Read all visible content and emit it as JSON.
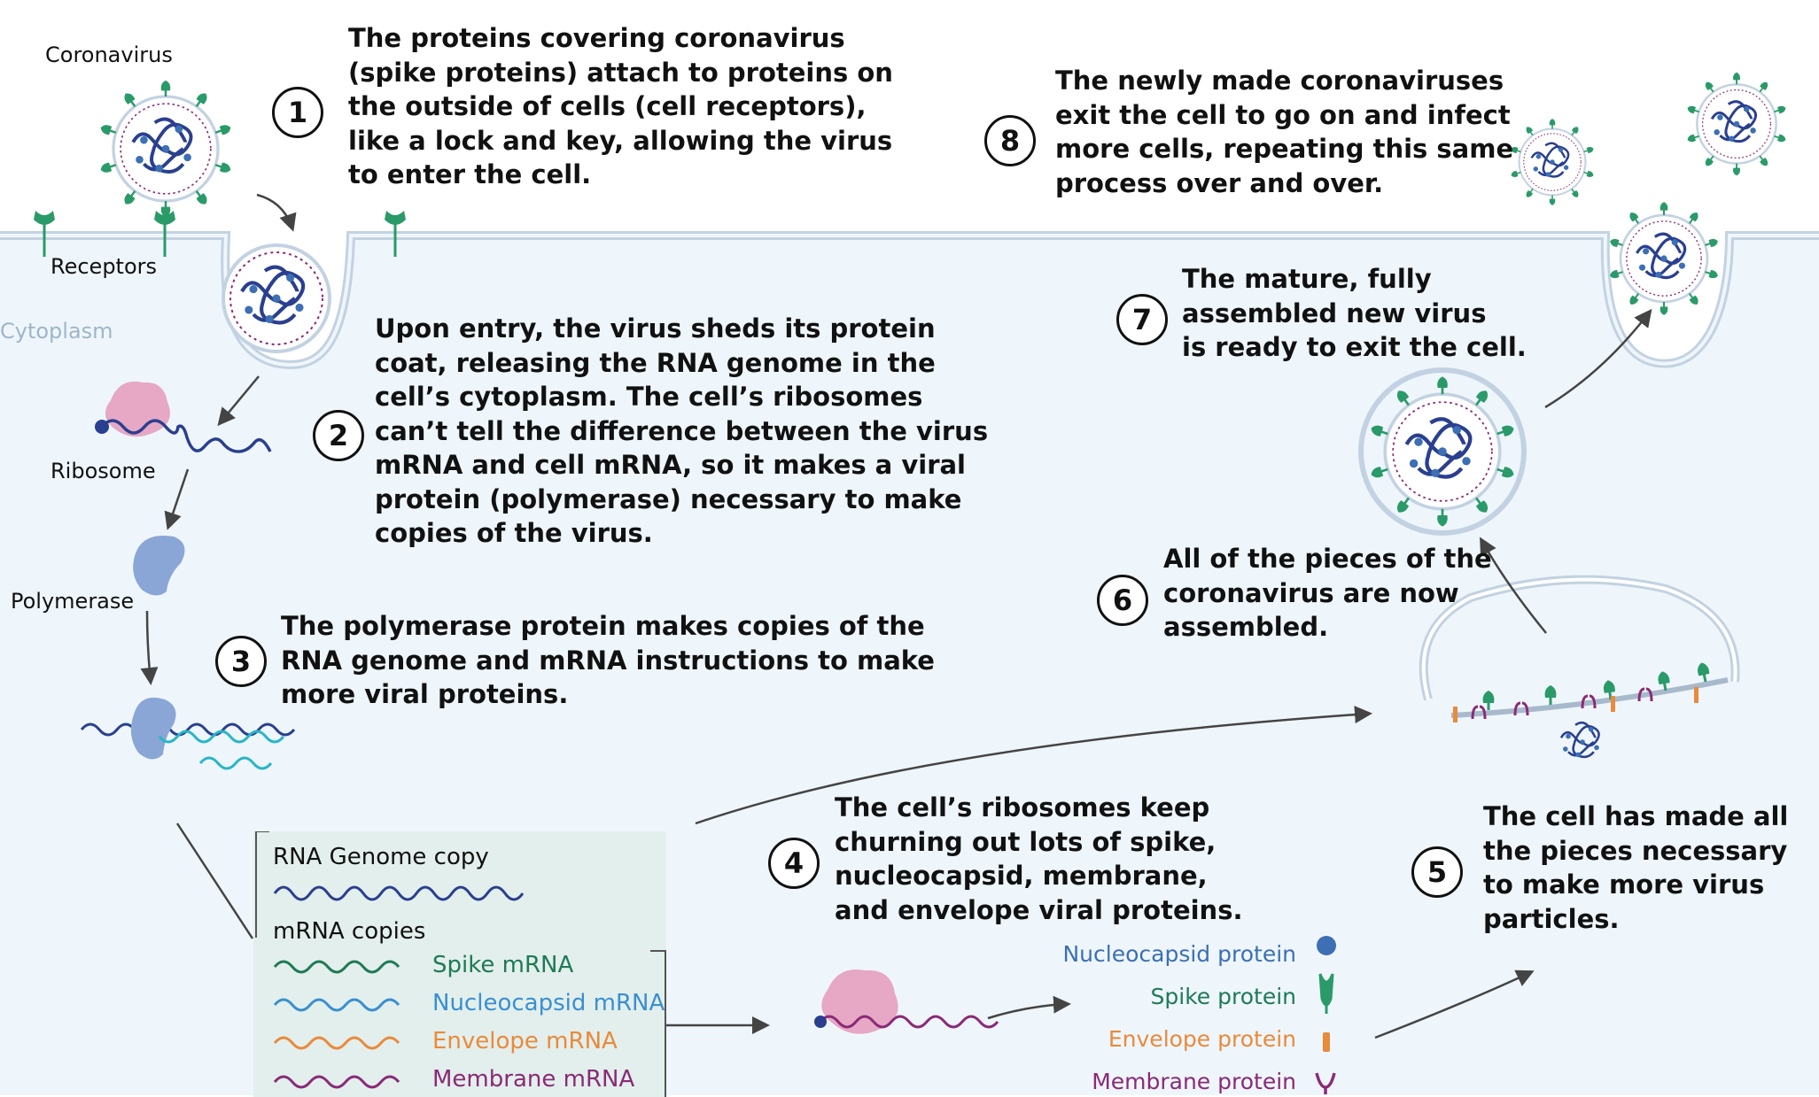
{
  "labels": {
    "coronavirus": "Coronavirus",
    "receptors": "Receptors",
    "cytoplasm": "Cytoplasm",
    "ribosome": "Ribosome",
    "polymerase": "Polymerase"
  },
  "steps": [
    {
      "num": "1",
      "lines": [
        "The proteins covering coronavirus",
        "(spike proteins) attach to proteins on",
        "the outside of cells (cell receptors),",
        "like a lock and key, allowing the virus",
        "to enter the cell."
      ]
    },
    {
      "num": "2",
      "lines": [
        "Upon entry, the virus sheds its protein",
        "coat, releasing the RNA genome in the",
        "cell’s cytoplasm. The cell’s ribosomes",
        "can’t tell the difference between the virus",
        "mRNA and cell mRNA, so it makes a viral",
        "protein (polymerase) necessary to make",
        "copies of the virus."
      ]
    },
    {
      "num": "3",
      "lines": [
        "The polymerase protein makes copies of the",
        "RNA genome and mRNA instructions to make",
        "more viral proteins."
      ]
    },
    {
      "num": "4",
      "lines": [
        "The cell’s ribosomes keep",
        "churning out lots of spike,",
        "nucleocapsid, membrane,",
        "and envelope viral proteins."
      ]
    },
    {
      "num": "5",
      "lines": [
        "The cell has made all",
        "the pieces necessary",
        "to make more virus",
        "particles."
      ]
    },
    {
      "num": "6",
      "lines": [
        "All of the pieces of the",
        "coronavirus are now",
        "assembled."
      ]
    },
    {
      "num": "7",
      "lines": [
        "The mature, fully",
        "assembled new virus",
        "is ready to exit the cell."
      ]
    },
    {
      "num": "8",
      "lines": [
        "The newly made coronaviruses",
        "exit the cell to go on and infect",
        "more cells, repeating this same",
        "process over and over."
      ]
    }
  ],
  "legend": {
    "genome_title": "RNA Genome copy",
    "mrna_title": "mRNA copies",
    "items": [
      {
        "label": "Spike mRNA",
        "color": "#1e7a55"
      },
      {
        "label": "Nucleocapsid mRNA",
        "color": "#3a8fd0"
      },
      {
        "label": "Envelope mRNA",
        "color": "#e98a3c"
      },
      {
        "label": "Membrane mRNA",
        "color": "#8a2a78"
      }
    ]
  },
  "proteins": [
    {
      "label": "Nucleocapsid protein",
      "color": "#3c6fb4",
      "icon": "circle-icon"
    },
    {
      "label": "Spike protein",
      "color": "#1e7a55",
      "icon": "spike-icon"
    },
    {
      "label": "Envelope protein",
      "color": "#e98a3c",
      "icon": "bar-icon"
    },
    {
      "label": "Membrane protein",
      "color": "#8a2a78",
      "icon": "fork-icon"
    }
  ],
  "colors": {
    "cytoplasm": "#eef6fb",
    "membrane": "#b9cfe0",
    "spike": "#2a9a68",
    "viral_rna": "#2a3f8f",
    "ribosome": "#e6a8c4",
    "polymerase": "#8aa6d6",
    "arrow": "#444444"
  }
}
